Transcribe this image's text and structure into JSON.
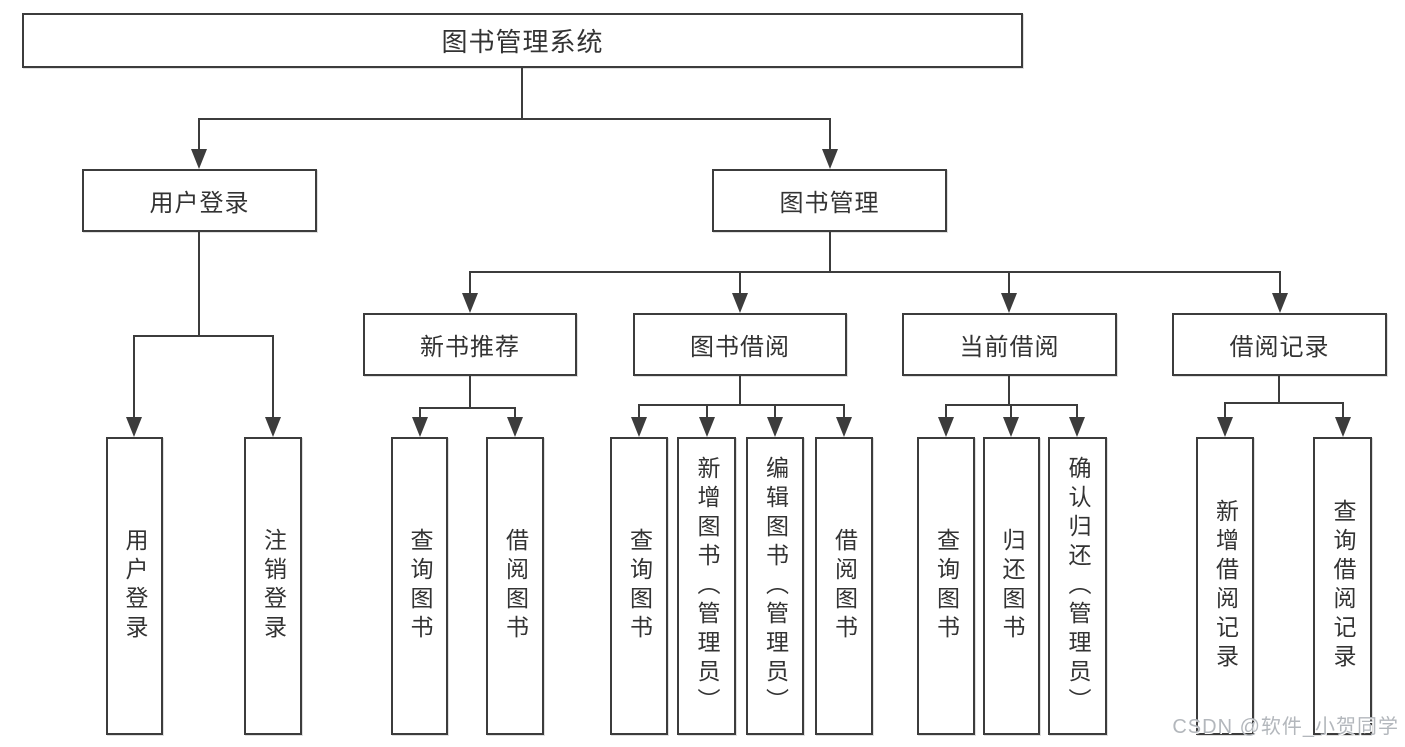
{
  "colors": {
    "line": "#3c3c3c",
    "text": "#333333",
    "background": "#ffffff",
    "watermark": "#b3b7bc"
  },
  "tree": {
    "root": "图书管理系统",
    "user_branch": {
      "label": "用户登录",
      "children": [
        "用户登录",
        "注销登录"
      ]
    },
    "book_branch": {
      "label": "图书管理"
    },
    "groups": [
      {
        "label": "新书推荐",
        "children": [
          "查询图书",
          "借阅图书"
        ]
      },
      {
        "label": "图书借阅",
        "children": [
          "查询图书",
          "新增图书（管理员）",
          "编辑图书（管理员）",
          "借阅图书"
        ]
      },
      {
        "label": "当前借阅",
        "children": [
          "查询图书",
          "归还图书",
          "确认归还（管理员）"
        ]
      },
      {
        "label": "借阅记录",
        "children": [
          "新增借阅记录",
          "查询借阅记录"
        ]
      }
    ]
  },
  "watermark": "CSDN @软件_小贺同学"
}
